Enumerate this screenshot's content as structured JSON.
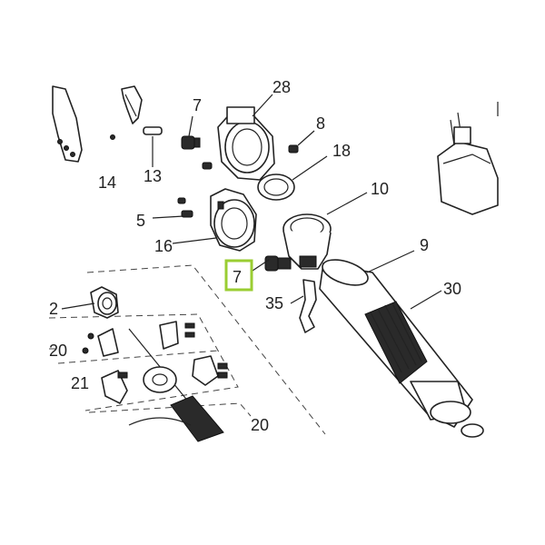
{
  "diagram": {
    "callouts": {
      "c2": "2",
      "c7a": "7",
      "c7b": "7",
      "c8": "8",
      "c9": "9",
      "c10": "10",
      "c13": "13",
      "c14": "14",
      "c16": "16",
      "c18": "18",
      "c20a": "20",
      "c20b": "20",
      "c21": "21",
      "c28": "28",
      "c30": "30",
      "c35": "35",
      "c5": "5"
    },
    "highlight": {
      "callout": "7",
      "color": "#9acd32"
    }
  }
}
